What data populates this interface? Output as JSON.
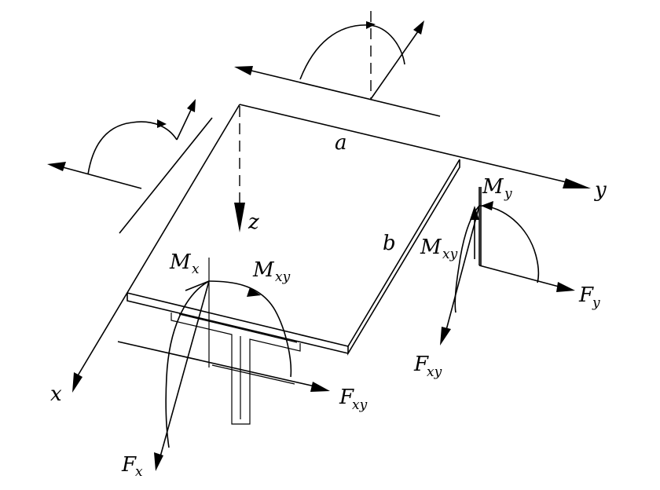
{
  "labels": {
    "a": "a",
    "b": "b",
    "x": "x",
    "y": "y",
    "z": "z",
    "Mx_base": "M",
    "Mx_sub": "x",
    "Mxy_base": "M",
    "Mxy_sub": "xy",
    "Fxy_base": "F",
    "Fxy_sub": "xy",
    "Fx_base": "F",
    "Fx_sub": "x",
    "My_base": "M",
    "My_sub": "y",
    "Mxy2_base": "M",
    "Mxy2_sub": "xy",
    "Fy_base": "F",
    "Fy_sub": "y",
    "Fxy2_base": "F",
    "Fxy2_sub": "xy"
  }
}
